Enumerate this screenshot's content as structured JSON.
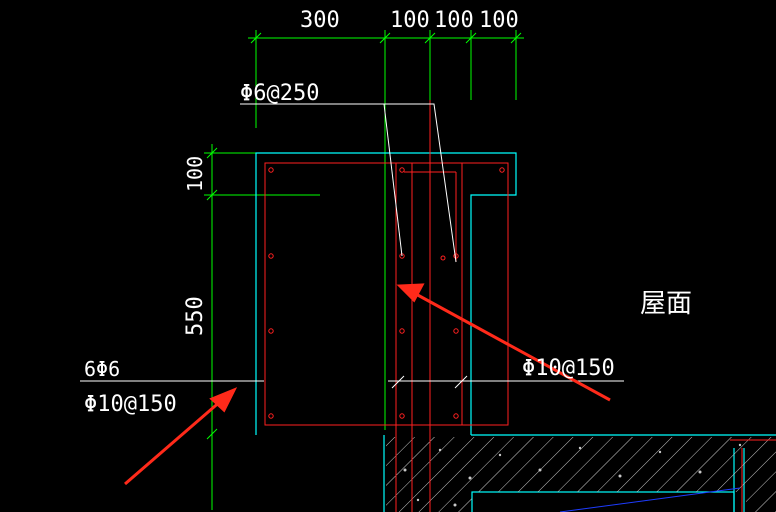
{
  "colors": {
    "background": "#000000",
    "dimension_line": "#00ff00",
    "outline": "#00ffff",
    "rebar": "#ff2020",
    "leader": "#ffffff",
    "annotation_arrow": "#ff2a1a",
    "hatch": "#c8c8c8",
    "blue_line": "#1e3cff"
  },
  "dimensions": {
    "top": [
      "300",
      "100",
      "100",
      "100"
    ],
    "left": [
      "100",
      "550"
    ]
  },
  "labels": {
    "stirrup_top": "Φ6@250",
    "longitudinal": "6Φ6",
    "stirrup_left": "Φ10@150",
    "stirrup_right": "Φ10@150",
    "roof": "屋面"
  }
}
